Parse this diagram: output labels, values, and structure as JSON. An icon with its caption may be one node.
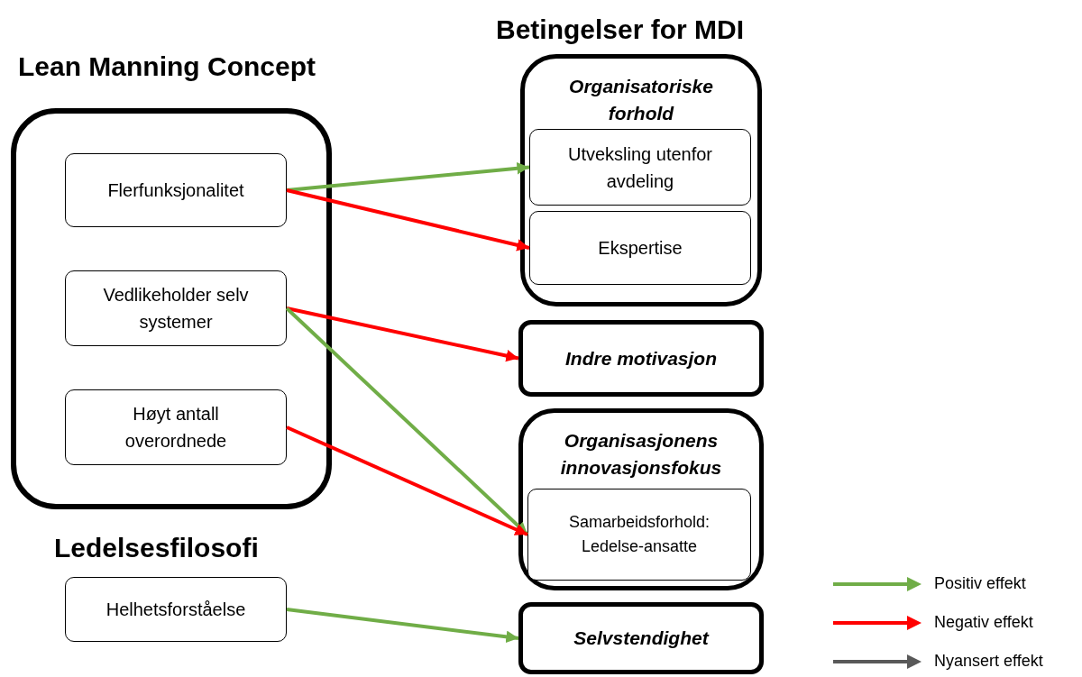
{
  "diagram": {
    "title": "Betingelser for MDI",
    "nodes": [
      {
        "text": [
          "Lean Manning Concept"
        ]
      },
      {
        "text": [
          "Flerfunksjonalitet"
        ],
        "in": 0
      },
      {
        "text": [
          "Vedlikeholder selv systemer"
        ],
        "in": 0
      },
      {
        "text": [
          "Høyt antall overordnede"
        ],
        "in": 0
      },
      {
        "text": [
          "Helhetsforståelse"
        ]
      },
      {
        "text": [
          "Organisatoriske forhold"
        ]
      },
      {
        "text": [
          "Utveksling utenfor avdeling"
        ],
        "in": 5
      },
      {
        "text": [
          "Ekspertise"
        ],
        "in": 5
      },
      {
        "text": [
          "Indre motivasjon"
        ]
      },
      {
        "text": [
          "Organisasjonens innovasjonsfokus"
        ]
      },
      {
        "text": [
          "Samarbeidsforhold: Ledelse-ansatte"
        ],
        "in": 9
      },
      {
        "text": [
          "Selvstendighet"
        ]
      }
    ],
    "edges": [
      {
        "from": 1,
        "to": 6,
        "arrow": "to",
        "color": "#70ad47"
      },
      {
        "from": 1,
        "to": 7,
        "arrow": "to",
        "color": "#ff0000"
      },
      {
        "from": 2,
        "to": 8,
        "arrow": "to",
        "color": "#ff0000"
      },
      {
        "from": 2,
        "to": 10,
        "arrow": "to",
        "color": "#70ad47"
      },
      {
        "from": 3,
        "to": 10,
        "arrow": "to",
        "color": "#ff0000"
      },
      {
        "from": 4,
        "to": 11,
        "arrow": "to",
        "color": "#70ad47"
      }
    ],
    "labels": [
      "Ledelsesfilosofi"
    ],
    "legend": [
      {
        "text": "Positiv effekt",
        "color": "#70ad47"
      },
      {
        "text": "Negativ effekt",
        "color": "#ff0000"
      },
      {
        "text": "Nyansert effekt",
        "color": "#595959"
      }
    ]
  }
}
